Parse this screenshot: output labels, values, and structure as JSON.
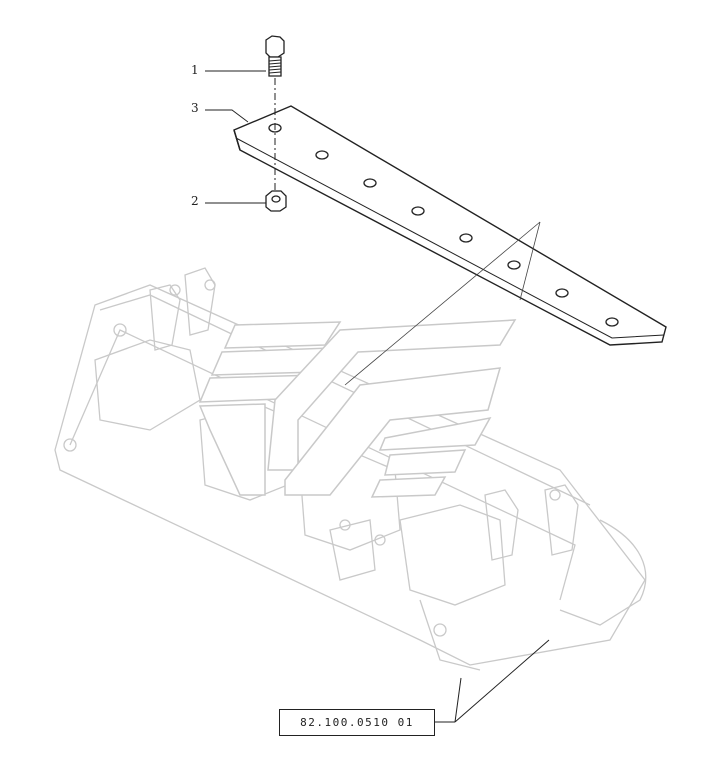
{
  "callouts": [
    {
      "number": "1",
      "part": "bolt"
    },
    {
      "number": "2",
      "part": "nut"
    },
    {
      "number": "3",
      "part": "cutting-edge"
    }
  ],
  "reference_code": "82.100.0510 01",
  "colors": {
    "line": "#222222",
    "ghost": "#c9c9c9",
    "logo": "#e2e2e2"
  },
  "icons": [
    "bolt-icon",
    "nut-icon",
    "cutting-edge-blade",
    "bucket-outline",
    "brand-watermark"
  ]
}
